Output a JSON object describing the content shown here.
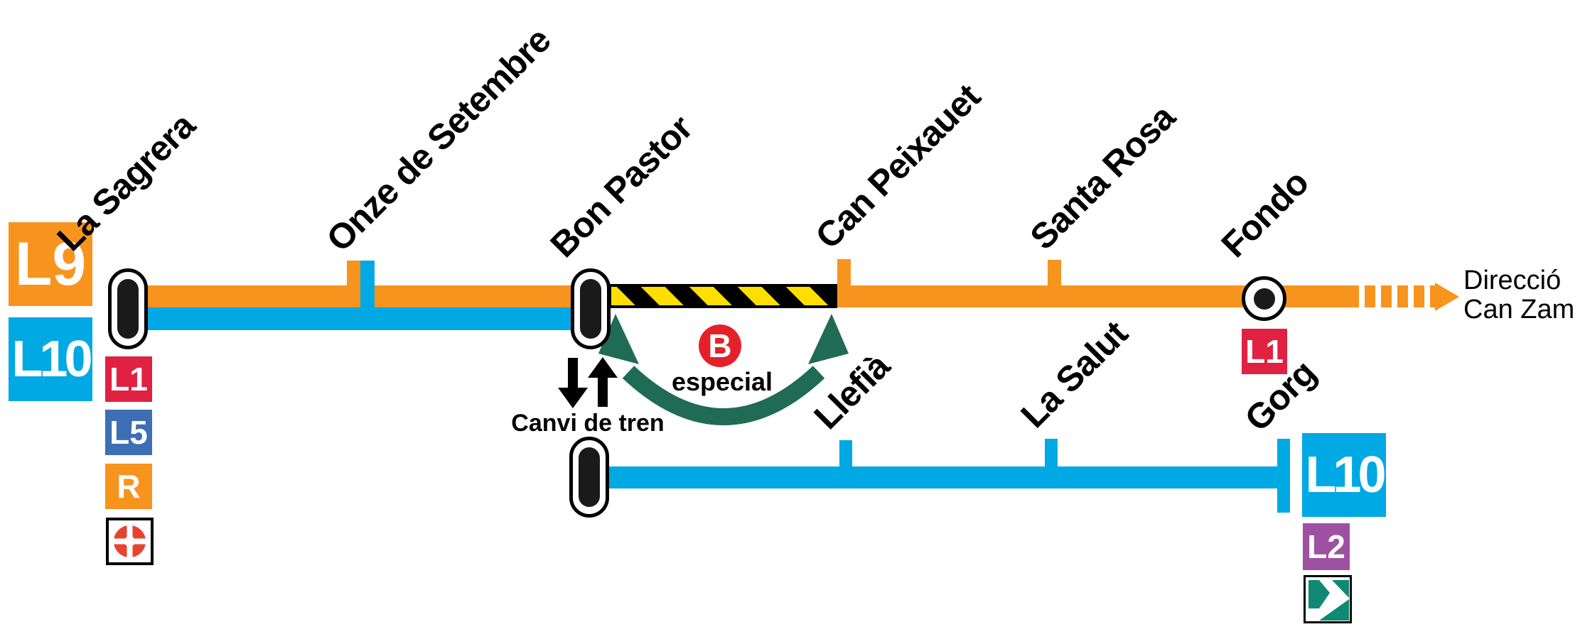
{
  "diagram": {
    "line_badges_left": [
      {
        "label": "L9",
        "color": "#F7941E"
      },
      {
        "label": "L10",
        "color": "#00A8E4"
      }
    ],
    "lines": [
      {
        "id": "L9",
        "color": "#F7941E",
        "direction_terminus": "Can Zam"
      },
      {
        "id": "L10",
        "color": "#00A8E4"
      }
    ],
    "direction": {
      "line1": "Direcció",
      "line2": "Can Zam"
    },
    "transfer_label": "Canvi de tren",
    "special_bus": {
      "letter": "B",
      "label": "especial",
      "color": "#E4212A",
      "arc_color": "#206B53"
    },
    "closure": {
      "between": [
        "Bon Pastor",
        "Can Peixauet"
      ],
      "style": "hazard-stripes",
      "colors": [
        "#FFDE00",
        "#000000"
      ]
    },
    "stations_l9": [
      {
        "name": "La Sagrera",
        "marker": "interchange-pill"
      },
      {
        "name": "Onze de Setembre",
        "marker": "double-tick"
      },
      {
        "name": "Bon Pastor",
        "marker": "interchange-pill"
      },
      {
        "name": "Can Peixauet",
        "marker": "tick"
      },
      {
        "name": "Santa Rosa",
        "marker": "tick"
      },
      {
        "name": "Fondo",
        "marker": "interchange-circle"
      }
    ],
    "stations_l10": [
      {
        "name": "Bon Pastor",
        "marker": "interchange-pill"
      },
      {
        "name": "Llefià",
        "marker": "tick"
      },
      {
        "name": "La Salut",
        "marker": "tick"
      },
      {
        "name": "Gorg",
        "marker": "terminal"
      }
    ],
    "connections": {
      "la_sagrera": [
        {
          "label": "L1",
          "color": "#E02142"
        },
        {
          "label": "L5",
          "color": "#3E6EB4"
        },
        {
          "label": "R",
          "color": "#F7941E"
        },
        {
          "icon": "rodalies-renfe",
          "color": "#E8432D"
        }
      ],
      "fondo": [
        {
          "label": "L1",
          "color": "#E02142"
        }
      ],
      "gorg": [
        {
          "label": "L10",
          "color": "#00A8E4"
        },
        {
          "label": "L2",
          "color": "#9E51A0"
        },
        {
          "icon": "tram",
          "color": "#0F8973"
        }
      ]
    }
  }
}
